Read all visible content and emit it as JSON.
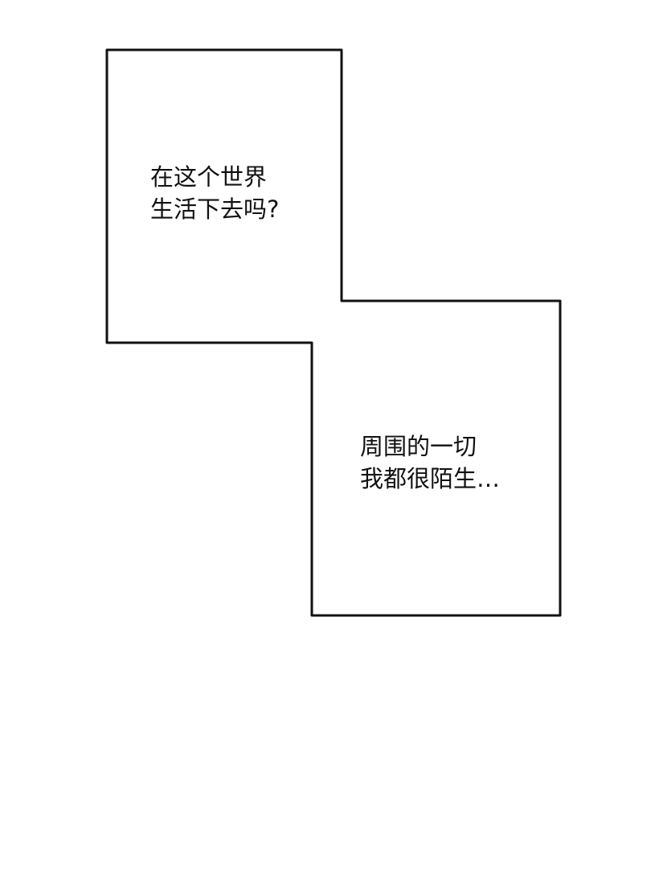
{
  "panel": {
    "background": "#ffffff",
    "border_color": "#111111",
    "captions": [
      {
        "lines": [
          "在这个世界",
          "生活下去吗?"
        ]
      },
      {
        "lines": [
          "周围的一切",
          "我都很陌生…"
        ]
      }
    ]
  }
}
